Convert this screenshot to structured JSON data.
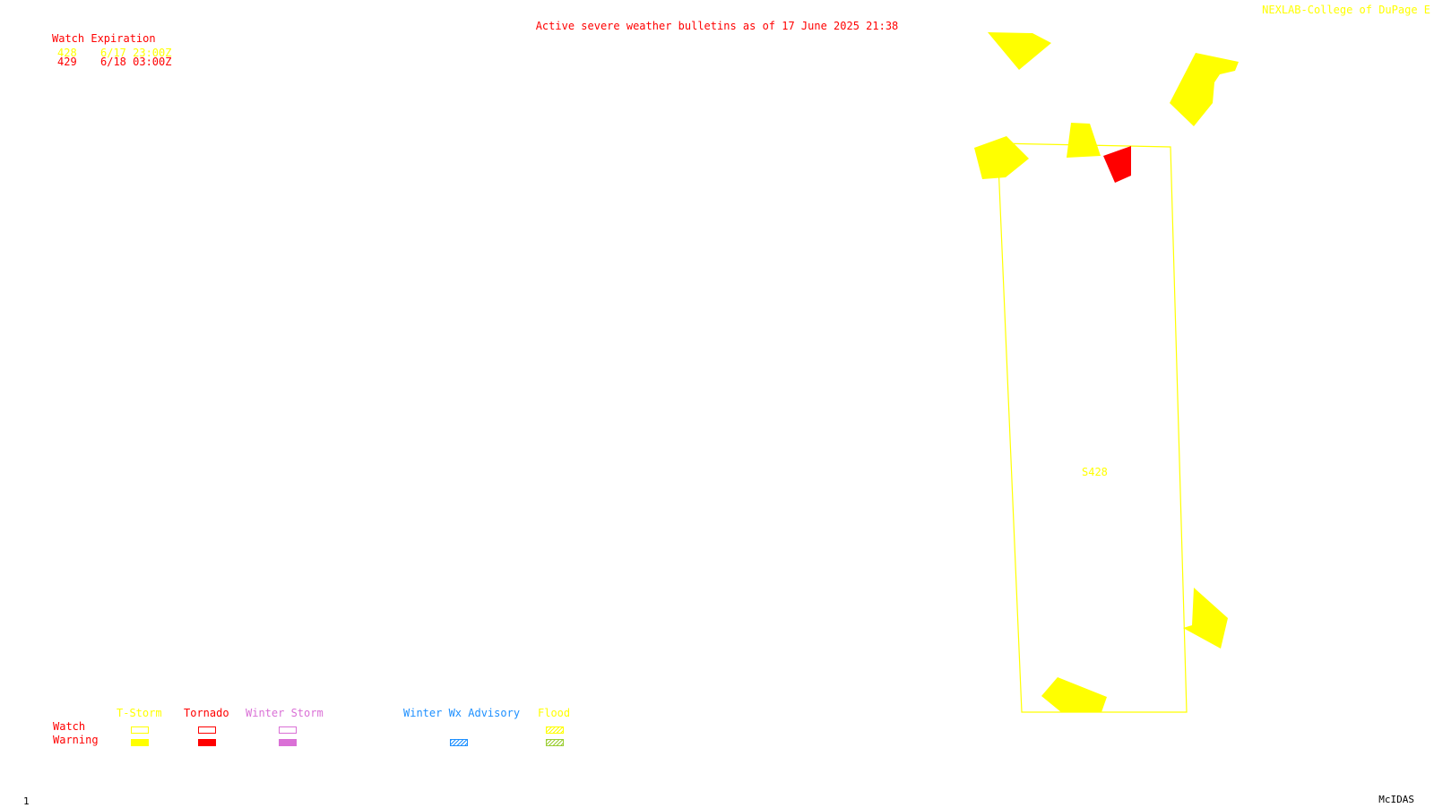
{
  "title": "Active severe weather bulletins as of 17 June 2025 21:38",
  "credit": "NEXLAB-College of DuPage E",
  "colors": {
    "text_red": "#ff0000",
    "tstorm": "#ffff00",
    "tornado": "#ff0000",
    "winter_storm": "#da70d6",
    "winter_wx": "#1e90ff",
    "flood": "#9acd32"
  },
  "watch_expiration": {
    "heading": "Watch Expiration",
    "rows": [
      {
        "id": "428",
        "time": "6/17 23:00Z",
        "color": "#ffff00"
      },
      {
        "id": "429",
        "time": "6/18 03:00Z",
        "color": "#ff0000"
      }
    ]
  },
  "map": {
    "watch_box_label": "S428"
  },
  "legend": {
    "row_watch": "Watch",
    "row_warning": "Warning",
    "categories": [
      {
        "label": "T-Storm",
        "color": "#ffff00"
      },
      {
        "label": "Tornado",
        "color": "#ff0000"
      },
      {
        "label": "Winter Storm",
        "color": "#da70d6"
      },
      {
        "label": "Winter Wx Advisory",
        "color": "#1e90ff"
      },
      {
        "label": "Flood",
        "color": "#ffff00"
      }
    ]
  },
  "footer": {
    "frame": "1",
    "software": "McIDAS"
  }
}
